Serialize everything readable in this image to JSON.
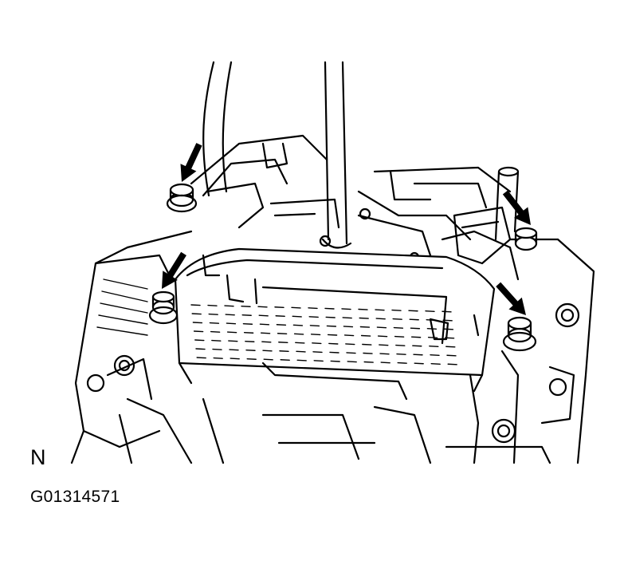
{
  "figure": {
    "view_label": "N",
    "figure_code": "G01314571"
  },
  "callouts": [
    {
      "name": "bolt-arrow-upper-left",
      "icon": "arrow-icon"
    },
    {
      "name": "bolt-arrow-lower-left",
      "icon": "arrow-icon"
    },
    {
      "name": "bolt-arrow-upper-right",
      "icon": "arrow-icon"
    },
    {
      "name": "bolt-arrow-lower-right",
      "icon": "arrow-icon"
    }
  ],
  "colors": {
    "ink": "#000000",
    "paper": "#ffffff"
  }
}
